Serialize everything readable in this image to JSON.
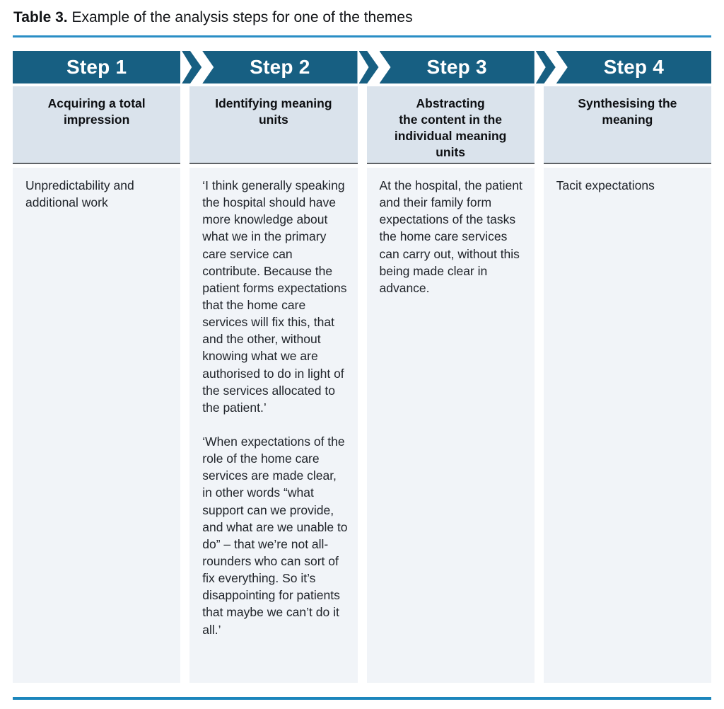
{
  "title": {
    "label": "Table 3.",
    "caption": "Example of the analysis steps for one of the themes"
  },
  "steps": [
    {
      "step": "Step 1",
      "heading": "Acquiring a total\nimpression",
      "body": [
        "Unpredictability and additional work"
      ]
    },
    {
      "step": "Step 2",
      "heading": "Identifying meaning\nunits",
      "body": [
        "‘I think generally speaking the hospital should have more knowledge about what we in the primary care service can contribute. Because the patient forms expectations that the home care services will fix this, that and the other, without knowing what we are authorised to do in light of the services allocated to the patient.’",
        "‘When expectations of the role of the home care services are made clear, in other words “what support can we provide, and what are we unable to do” – that we’re not all-rounders who can sort of fix everything. So it’s disappointing for patients that maybe we can’t do it all.’"
      ]
    },
    {
      "step": "Step 3",
      "heading": "Abstracting\nthe content in the\nindividual meaning\nunits",
      "body": [
        "At the hospital, the patient and their family form expectations of the tasks the home care services can carry out, without this being made clear in advance."
      ]
    },
    {
      "step": "Step 4",
      "heading": "Synthesising the\nmeaning",
      "body": [
        "Tacit expectations"
      ]
    }
  ],
  "colors": {
    "step_banner": "#175f82",
    "subheader_bg": "#dae3ec",
    "cell_bg": "#f1f4f8",
    "rule_top": "#2a8ec5",
    "rule_bottom": "#1c86bc"
  }
}
